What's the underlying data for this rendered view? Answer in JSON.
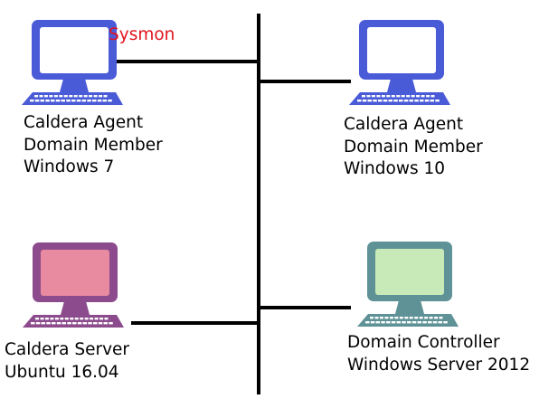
{
  "diagram": {
    "colors": {
      "line": "#000000",
      "annotation": "#e0141e"
    },
    "annotation": {
      "text": "Sysmon"
    },
    "nodes": [
      {
        "id": "win7",
        "icon": "computer-icon",
        "colors": {
          "body": "#4a5bd8",
          "screen": "#ffffff"
        },
        "lines": [
          "Caldera Agent",
          "Domain Member",
          "Windows 7"
        ]
      },
      {
        "id": "win10",
        "icon": "computer-icon",
        "colors": {
          "body": "#4a5bd8",
          "screen": "#ffffff"
        },
        "lines": [
          "Caldera Agent",
          "Domain Member",
          "Windows 10"
        ]
      },
      {
        "id": "server",
        "icon": "computer-icon",
        "colors": {
          "body": "#8c4b8c",
          "screen": "#e88aa0"
        },
        "lines": [
          "Caldera Server",
          "Ubuntu 16.04"
        ]
      },
      {
        "id": "dc",
        "icon": "computer-icon",
        "colors": {
          "body": "#5e9296",
          "screen": "#c8eab8"
        },
        "lines": [
          "Domain Controller",
          "Windows Server 2012"
        ]
      }
    ]
  }
}
